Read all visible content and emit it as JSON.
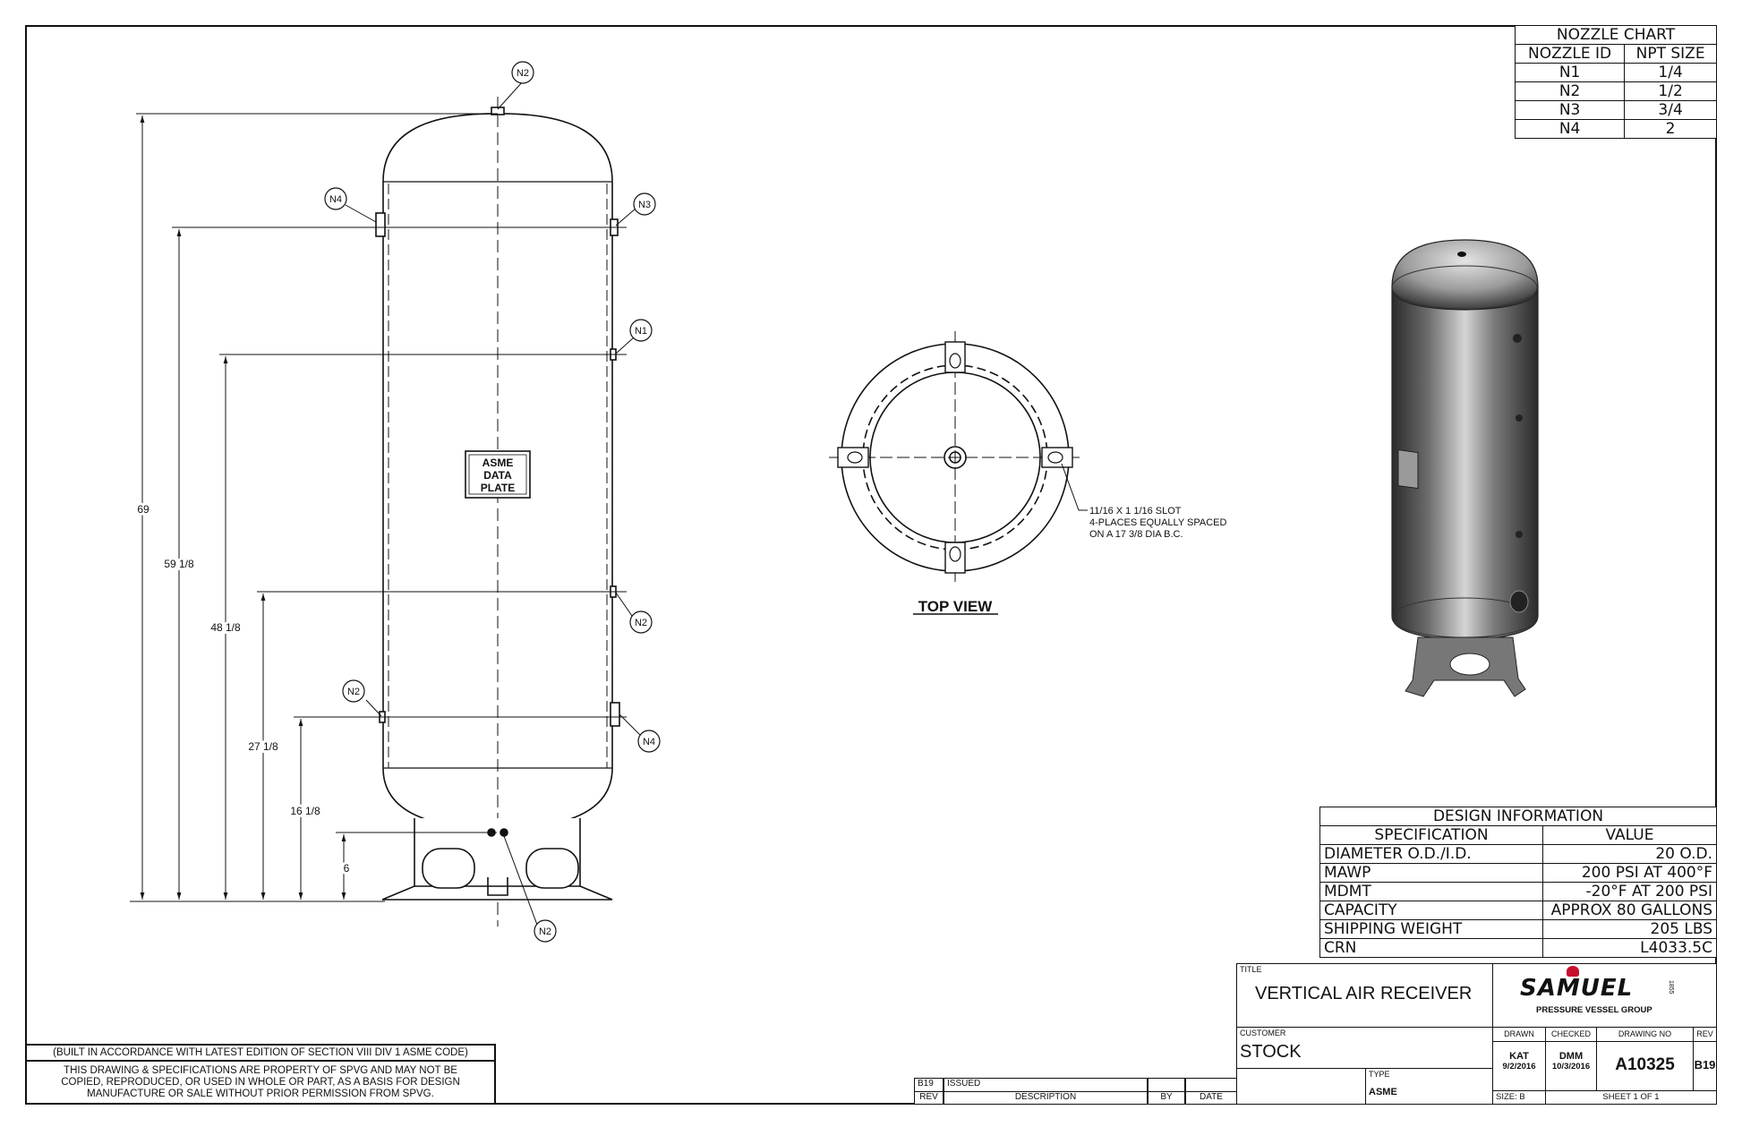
{
  "nozzle_chart": {
    "title": "NOZZLE CHART",
    "headers": [
      "NOZZLE ID",
      "NPT SIZE"
    ],
    "rows": [
      [
        "N1",
        "1/4"
      ],
      [
        "N2",
        "1/2"
      ],
      [
        "N3",
        "3/4"
      ],
      [
        "N4",
        "2"
      ]
    ]
  },
  "design_info": {
    "title": "DESIGN INFORMATION",
    "headers": [
      "SPECIFICATION",
      "VALUE"
    ],
    "rows": [
      [
        "DIAMETER O.D./I.D.",
        "20 O.D."
      ],
      [
        "MAWP",
        "200 PSI AT 400°F"
      ],
      [
        "MDMT",
        "-20°F AT 200 PSI"
      ],
      [
        "CAPACITY",
        "APPROX 80 GALLONS"
      ],
      [
        "SHIPPING WEIGHT",
        "205 LBS"
      ],
      [
        "CRN",
        "L4033.5C"
      ]
    ]
  },
  "callouts": {
    "n1": "N1",
    "n2": "N2",
    "n3": "N3",
    "n4": "N4"
  },
  "dimensions": [
    "69",
    "59 1/8",
    "48 1/8",
    "27 1/8",
    "16 1/8",
    "6"
  ],
  "data_plate": [
    "ASME",
    "DATA",
    "PLATE"
  ],
  "top_view": {
    "label": "TOP VIEW",
    "slot_note": [
      "11/16 X 1 1/16 SLOT",
      "4-PLACES EQUALLY SPACED",
      "ON A 17 3/8 DIA B.C."
    ]
  },
  "notes": {
    "asme_code": "(BUILT IN ACCORDANCE WITH LATEST EDITION OF SECTION VIII DIV 1 ASME CODE)",
    "property": "THIS DRAWING & SPECIFICATIONS ARE PROPERTY OF SPVG AND MAY NOT BE COPIED, REPRODUCED, OR USED IN WHOLE OR PART, AS A BASIS FOR DESIGN MANUFACTURE OR SALE WITHOUT PRIOR PERMISSION FROM SPVG."
  },
  "revision": {
    "rev": "B19",
    "description": "ISSUED",
    "headers": {
      "rev": "REV",
      "description": "DESCRIPTION",
      "by": "BY",
      "date": "DATE"
    }
  },
  "title_block": {
    "title_label": "TITLE",
    "title": "VERTICAL AIR RECEIVER",
    "customer_label": "CUSTOMER",
    "customer": "STOCK",
    "type_label": "TYPE",
    "type": "ASME",
    "drawn_label": "DRAWN",
    "drawn_by": "KAT",
    "drawn_date": "9/2/2016",
    "checked_label": "CHECKED",
    "checked_by": "DMM",
    "checked_date": "10/3/2016",
    "drawing_no_label": "DRAWING NO",
    "drawing_no": "A10325",
    "rev_label": "REV",
    "rev": "B19",
    "size": "SIZE: B",
    "sheet": "SHEET 1  OF 1",
    "logo_name": "SAMUEL",
    "logo_year": "1855",
    "logo_sub": "PRESSURE VESSEL GROUP",
    "logo_color": "#c8102e"
  }
}
